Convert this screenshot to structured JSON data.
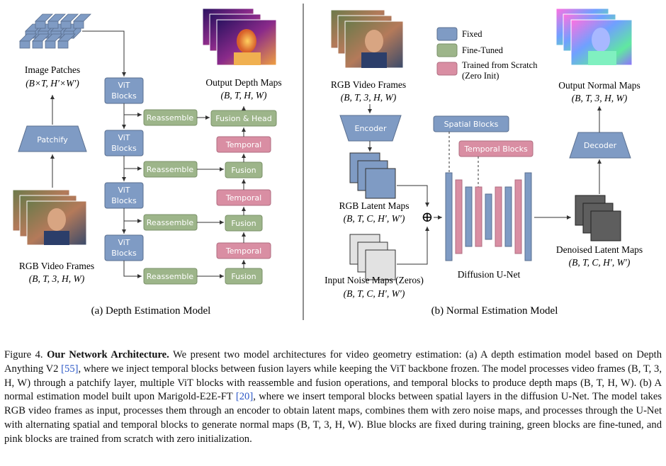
{
  "depth": {
    "image_patches_label": "Image Patches",
    "image_patches_shape": "(B×T, H′×W′)",
    "patchify_label": "Patchify",
    "rgb_frames_label": "RGB Video Frames",
    "rgb_frames_shape": "(B, T, 3, H, W)",
    "vit_label_1": "ViT",
    "vit_label_2": "Blocks",
    "reassemble_label": "Reassemble",
    "fusion_head_label": "Fusion & Head",
    "temporal_label": "Temporal",
    "fusion_label": "Fusion",
    "output_label": "Output Depth Maps",
    "output_shape": "(B, T, H, W)",
    "caption": "(a) Depth Estimation Model"
  },
  "normal": {
    "rgb_frames_label": "RGB Video Frames",
    "rgb_frames_shape": "(B, T, 3, H, W)",
    "encoder_label": "Encoder",
    "rgb_latent_label": "RGB Latent Maps",
    "rgb_latent_shape": "(B, T, C, H′, W′)",
    "noise_label": "Input Noise Maps (Zeros)",
    "noise_shape": "(B, T, C, H′, W′)",
    "spatial_blocks_label": "Spatial Blocks",
    "temporal_blocks_label": "Temporal Blocks",
    "unet_label": "Diffusion U-Net",
    "plus_symbol": "⊕",
    "decoder_label": "Decoder",
    "output_label": "Output Normal Maps",
    "output_shape": "(B, T, 3, H, W)",
    "denoised_label": "Denoised Latent Maps",
    "denoised_shape": "(B, T, C, H′, W′)",
    "caption": "(b) Normal Estimation Model"
  },
  "legend": {
    "fixed": "Fixed",
    "fine_tuned": "Fine-Tuned",
    "scratch_1": "Trained from Scratch",
    "scratch_2": "(Zero Init)"
  },
  "colors": {
    "fixed": "#7f9bc4",
    "fine_tuned": "#9db58a",
    "scratch": "#d98ea3"
  },
  "caption": {
    "fig_label": "Figure 4.",
    "title": "Our Network Architecture.",
    "p1": " We present two model architectures for video geometry estimation: (a) A depth estimation model based on Depth Anything V2 ",
    "c1": "[55]",
    "p2": ", where we inject temporal blocks between fusion layers while keeping the ViT backbone frozen. The model processes video frames (B, T, 3, H, W) through a patchify layer, multiple ViT blocks with reassemble and fusion operations, and temporal blocks to produce depth maps (B, T, H, W). (b) A normal estimation model built upon Marigold-E2E-FT ",
    "c2": "[20]",
    "p3": ", where we insert temporal blocks between spatial layers in the diffusion U-Net. The model takes RGB video frames as input, processes them through an encoder to obtain latent maps, combines them with zero noise maps, and processes through the U-Net with alternating spatial and temporal blocks to generate normal maps (B, T, 3, H, W). Blue blocks are fixed during training, green blocks are fine-tuned, and pink blocks are trained from scratch with zero initialization."
  }
}
